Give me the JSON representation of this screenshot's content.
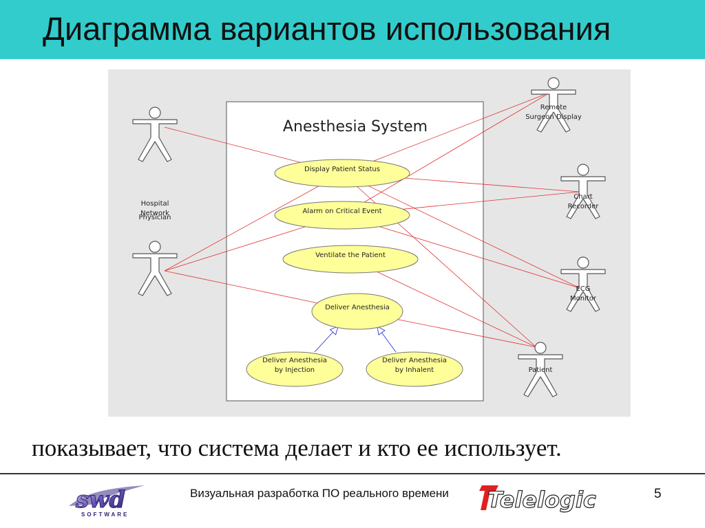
{
  "slide": {
    "title": "Диаграмма вариантов использования",
    "caption": "показывает, что система делает и кто ее использует.",
    "footer_text": "Визуальная разработка ПО реального времени",
    "page_number": "5"
  },
  "logos": {
    "left": "SWD SOFTWARE",
    "right": "Telelogic"
  },
  "diagram": {
    "system_name": "Anesthesia System",
    "actors": [
      {
        "id": "hospital",
        "label_lines": [
          "Hospital",
          "Network"
        ]
      },
      {
        "id": "physician",
        "label_lines": [
          "Physician"
        ]
      },
      {
        "id": "remote",
        "label_lines": [
          "Remote",
          "Surgeon Display"
        ]
      },
      {
        "id": "chart",
        "label_lines": [
          "Chart",
          "Recorder"
        ]
      },
      {
        "id": "ecg",
        "label_lines": [
          "ECG",
          "Monitor"
        ]
      },
      {
        "id": "patient",
        "label_lines": [
          "Patient"
        ]
      }
    ],
    "use_cases": [
      {
        "id": "display",
        "label_lines": [
          "Display Patient Status"
        ]
      },
      {
        "id": "alarm",
        "label_lines": [
          "Alarm on Critical Event"
        ]
      },
      {
        "id": "ventilate",
        "label_lines": [
          "Ventilate the Patient"
        ]
      },
      {
        "id": "deliver",
        "label_lines": [
          "Deliver Anesthesia"
        ]
      },
      {
        "id": "injection",
        "label_lines": [
          "Deliver Anesthesia",
          "by Injection"
        ]
      },
      {
        "id": "inhalent",
        "label_lines": [
          "Deliver Anesthesia",
          "by Inhalent"
        ]
      }
    ],
    "associations": [
      [
        "hospital",
        "display"
      ],
      [
        "physician",
        "display"
      ],
      [
        "physician",
        "alarm"
      ],
      [
        "physician",
        "deliver"
      ],
      [
        "remote",
        "display"
      ],
      [
        "remote",
        "alarm"
      ],
      [
        "chart",
        "display"
      ],
      [
        "chart",
        "alarm"
      ],
      [
        "ecg",
        "display"
      ],
      [
        "ecg",
        "alarm"
      ],
      [
        "patient",
        "display"
      ],
      [
        "patient",
        "ventilate"
      ],
      [
        "patient",
        "deliver"
      ]
    ],
    "generalizations": [
      [
        "injection",
        "deliver"
      ],
      [
        "inhalent",
        "deliver"
      ]
    ],
    "colors": {
      "panel": "#e6e6e6",
      "use_case_fill": "#ffff99",
      "association": "#e03030",
      "generalization": "#2a3bd0",
      "actor_fill": "#ffffff"
    }
  }
}
